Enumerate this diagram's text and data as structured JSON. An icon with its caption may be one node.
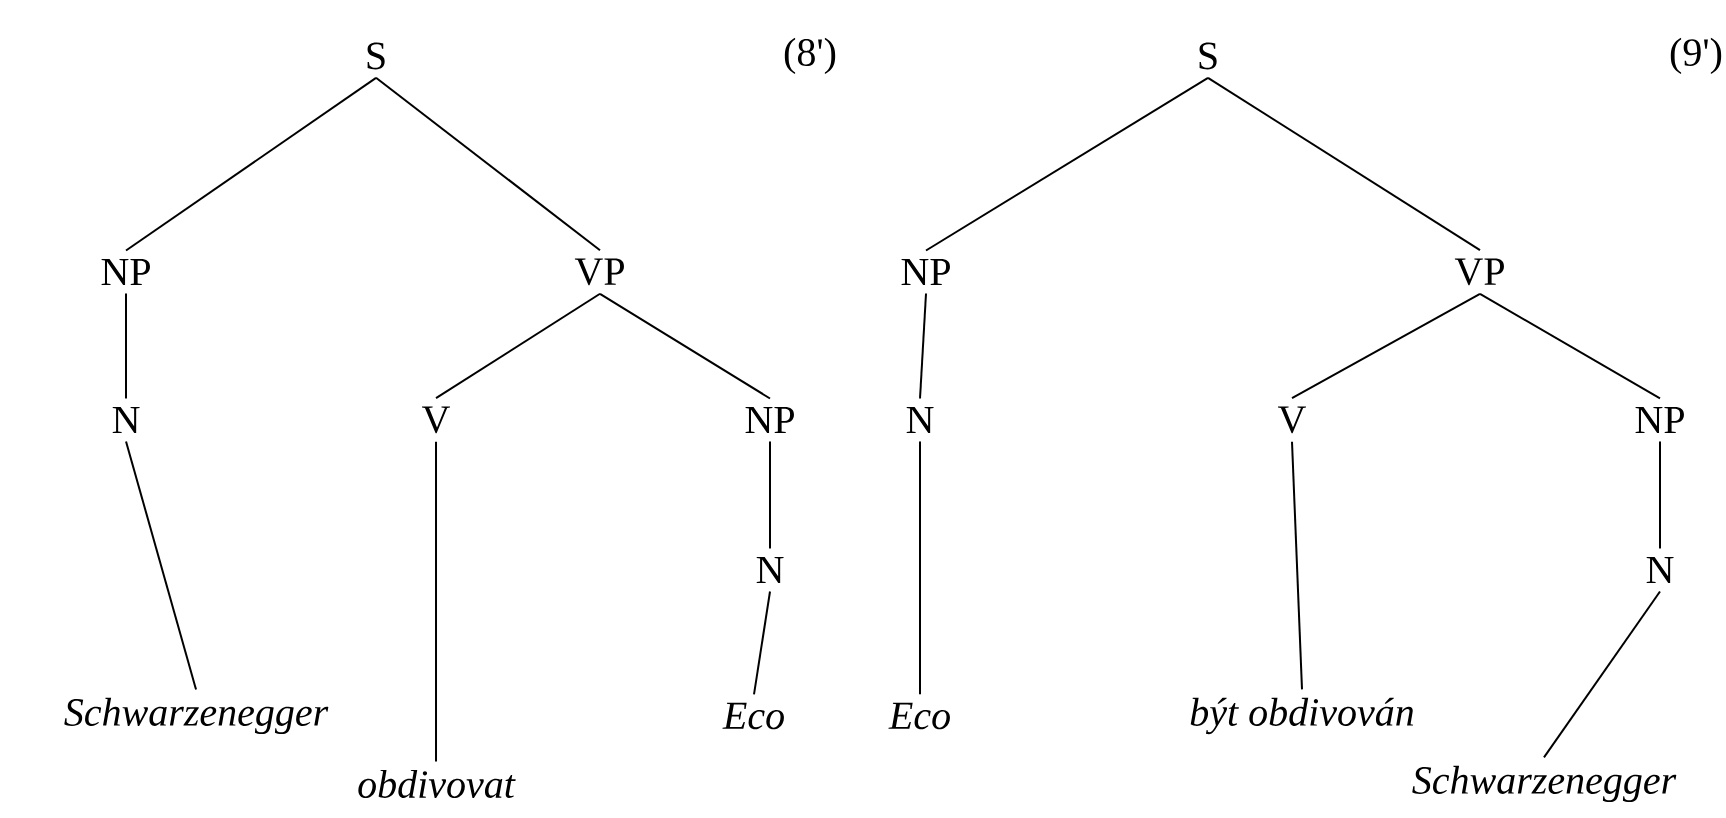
{
  "diagram": {
    "nodes": [
      {
        "text": [
          "S"
        ]
      },
      {
        "text": [
          "NP"
        ]
      },
      {
        "text": [
          "VP"
        ]
      },
      {
        "text": [
          "N"
        ]
      },
      {
        "text": [
          "V"
        ]
      },
      {
        "text": [
          "NP"
        ]
      },
      {
        "text": [
          "N"
        ]
      },
      {
        "text": [
          "Schwarzenegger"
        ]
      },
      {
        "text": [
          "obdivovat"
        ]
      },
      {
        "text": [
          "Eco"
        ]
      },
      {
        "text": [
          "S"
        ]
      },
      {
        "text": [
          "NP"
        ]
      },
      {
        "text": [
          "VP"
        ]
      },
      {
        "text": [
          "N"
        ]
      },
      {
        "text": [
          "V"
        ]
      },
      {
        "text": [
          "NP"
        ]
      },
      {
        "text": [
          "N"
        ]
      },
      {
        "text": [
          "Eco"
        ]
      },
      {
        "text": [
          "být obdivován"
        ]
      },
      {
        "text": [
          "Schwarzenegger"
        ]
      }
    ],
    "edges": [
      {
        "from": 0,
        "to": 1,
        "arrow": "none"
      },
      {
        "from": 0,
        "to": 2,
        "arrow": "none"
      },
      {
        "from": 1,
        "to": 3,
        "arrow": "none"
      },
      {
        "from": 3,
        "to": 7,
        "arrow": "none"
      },
      {
        "from": 2,
        "to": 4,
        "arrow": "none"
      },
      {
        "from": 2,
        "to": 5,
        "arrow": "none"
      },
      {
        "from": 4,
        "to": 8,
        "arrow": "none"
      },
      {
        "from": 5,
        "to": 6,
        "arrow": "none"
      },
      {
        "from": 6,
        "to": 9,
        "arrow": "none"
      },
      {
        "from": 10,
        "to": 11,
        "arrow": "none"
      },
      {
        "from": 10,
        "to": 12,
        "arrow": "none"
      },
      {
        "from": 11,
        "to": 13,
        "arrow": "none"
      },
      {
        "from": 13,
        "to": 17,
        "arrow": "none"
      },
      {
        "from": 12,
        "to": 14,
        "arrow": "none"
      },
      {
        "from": 12,
        "to": 15,
        "arrow": "none"
      },
      {
        "from": 14,
        "to": 18,
        "arrow": "none"
      },
      {
        "from": 15,
        "to": 16,
        "arrow": "none"
      },
      {
        "from": 16,
        "to": 19,
        "arrow": "none"
      }
    ],
    "labels": [
      "(8')",
      "(9')"
    ]
  }
}
